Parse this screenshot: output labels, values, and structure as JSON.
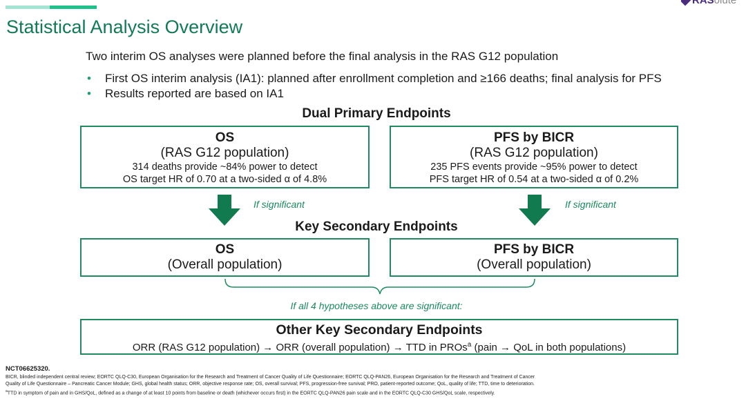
{
  "brand": {
    "logo_bold": "RAS",
    "logo_light": "olute",
    "accent_light": "#a5e3d3",
    "accent_green": "#1fc08a",
    "title_color": "#127a55",
    "box_border": "#1f8a5f",
    "arrow_color": "#117a4e"
  },
  "slide": {
    "title": "Statistical Analysis Overview",
    "intro": "Two interim OS analyses were planned before the final analysis in the RAS G12 population",
    "bullets": [
      "First OS interim analysis (IA1): planned after enrollment completion and ≥166 deaths; final analysis for PFS",
      "Results reported are based on IA1"
    ]
  },
  "primary": {
    "heading": "Dual Primary Endpoints",
    "os": {
      "title": "OS",
      "subtitle": "(RAS G12 population)",
      "line1": "314 deaths provide ~84% power to detect",
      "line2": "OS target HR of 0.70 at a two-sided α of 4.8%"
    },
    "pfs": {
      "title": "PFS by BICR",
      "subtitle": "(RAS G12 population)",
      "line1": "235 PFS events provide ~95% power to detect",
      "line2": "PFS target HR of 0.54 at a two-sided α of 0.2%"
    }
  },
  "flow": {
    "if_significant_left": "If significant",
    "if_significant_right": "If significant",
    "if_all_four": "If all 4 hypotheses above are significant:"
  },
  "secondary": {
    "heading": "Key Secondary Endpoints",
    "os": {
      "title": "OS",
      "subtitle": "(Overall population)"
    },
    "pfs": {
      "title": "PFS by BICR",
      "subtitle": "(Overall population)"
    }
  },
  "other": {
    "title": "Other Key Secondary Endpoints",
    "description_pre": "ORR (RAS G12 population) → ORR (overall population) → TTD in PROs",
    "description_sup": "a",
    "description_post": " (pain → QoL in both populations)"
  },
  "footer": {
    "nct": "NCT06625320.",
    "abbrev_line1": "BICR, blinded independent central review; EORTC QLQ-C30, European Organisation for the Research and Treatment of Cancer Quality of Life Questionnaire; EORTC QLQ-PAN26, European Organisation for the Research and Treatment of Cancer",
    "abbrev_line2": "Quality of Life Questionnaire – Pancreatic Cancer Module; GHS, global health status; ORR, objective response rate; OS, overall survival; PFS, progression-free survival; PRO, patient-reported outcome; QoL, quality of life; TTD, time to deterioration.",
    "note_sup": "a",
    "note_text": "TTD in symptom of pain and in GHS/QoL, defined as a change of at least 10 points from baseline or death (whichever occurs first) in the EORTC QLQ-PAN26 pain scale and in the EORTC QLQ-C30 GHS/QoL scale, respectively."
  }
}
